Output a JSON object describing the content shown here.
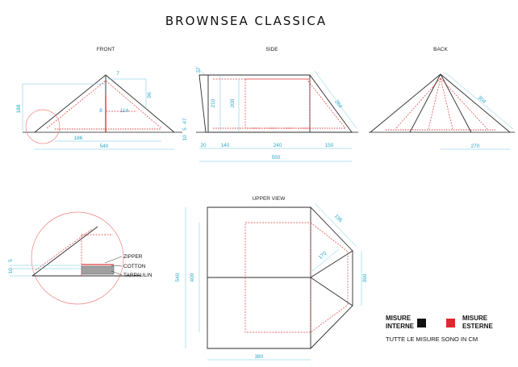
{
  "title": "BROWNSEA CLASSICA",
  "views": {
    "front": "FRONT",
    "side": "SIDE",
    "back": "BACK",
    "upper": "UPPER VIEW"
  },
  "front_dims": {
    "height": "188",
    "apex": "7",
    "slope": "96",
    "inner_h": "8",
    "inner_w": "114",
    "wall_a": "47",
    "wall_b": "5",
    "wall_c": "10",
    "base_inner": "186",
    "base": "540"
  },
  "side_dims": {
    "top": "37",
    "h1": "210",
    "h2": "200",
    "slope": "264",
    "seg1": "20",
    "seg2": "140",
    "seg3": "240",
    "seg4": "150",
    "total": "550"
  },
  "back_dims": {
    "slope": "304",
    "base": "270"
  },
  "detail_dims": {
    "a": "10",
    "b": "5"
  },
  "detail_labels": {
    "zipper": "ZIPPER",
    "cotton": "COTTON",
    "tarpaulin": "TARPAULIN"
  },
  "upper_dims": {
    "depth": "540",
    "inner_depth": "400",
    "diag": "195",
    "inner_diag": "170",
    "right": "360",
    "width": "380"
  },
  "legend": {
    "internal": "MISURE\nINTERNE",
    "internal_l1": "MISURE",
    "internal_l2": "INTERNE",
    "external_l1": "MISURE",
    "external_l2": "ESTERNE",
    "internal_color": "#111111",
    "external_color": "#e3262b",
    "note": "TUTTE LE MISURE SONO IN CM"
  }
}
